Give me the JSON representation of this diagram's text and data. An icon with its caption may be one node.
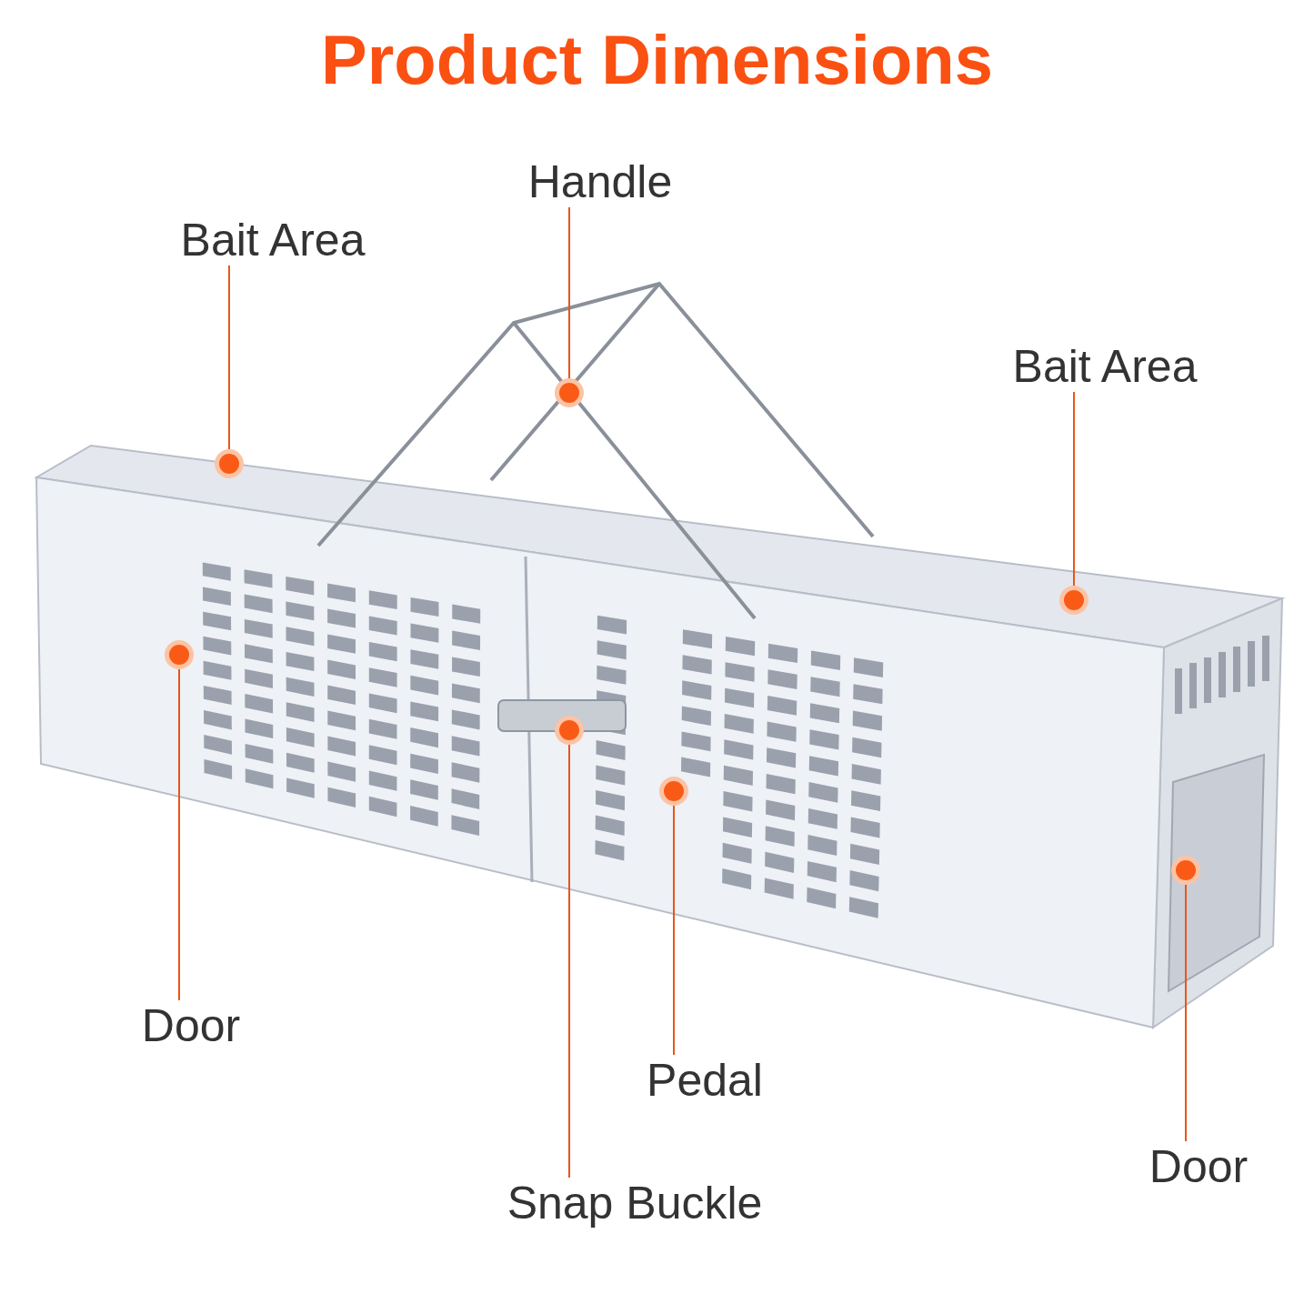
{
  "diagram": {
    "title": "Product Dimensions",
    "nodes": [
      {
        "text": [
          "Handle"
        ]
      },
      {
        "text": [
          "Bait Area"
        ]
      },
      {
        "text": [
          "Bait Area"
        ]
      },
      {
        "text": [
          "Door"
        ]
      },
      {
        "text": [
          "Pedal"
        ]
      },
      {
        "text": [
          "Door"
        ]
      },
      {
        "text": [
          "Snap Buckle"
        ]
      },
      {
        "text": [],
        "shape": "circle"
      },
      {
        "text": [],
        "shape": "circle"
      },
      {
        "text": [],
        "shape": "circle"
      },
      {
        "text": [],
        "shape": "circle"
      },
      {
        "text": [],
        "shape": "circle"
      },
      {
        "text": [],
        "shape": "circle"
      },
      {
        "text": [],
        "shape": "circle"
      }
    ],
    "edges": [
      {
        "from": 0,
        "to": 9,
        "arrow": "none"
      },
      {
        "from": 1,
        "to": 8,
        "arrow": "none"
      },
      {
        "from": 2,
        "to": 12,
        "arrow": "none"
      },
      {
        "from": 3,
        "to": 7,
        "arrow": "none"
      },
      {
        "from": 4,
        "to": 11,
        "arrow": "none"
      },
      {
        "from": 5,
        "to": 13,
        "arrow": "none"
      },
      {
        "from": 6,
        "to": 10,
        "arrow": "none"
      }
    ]
  }
}
